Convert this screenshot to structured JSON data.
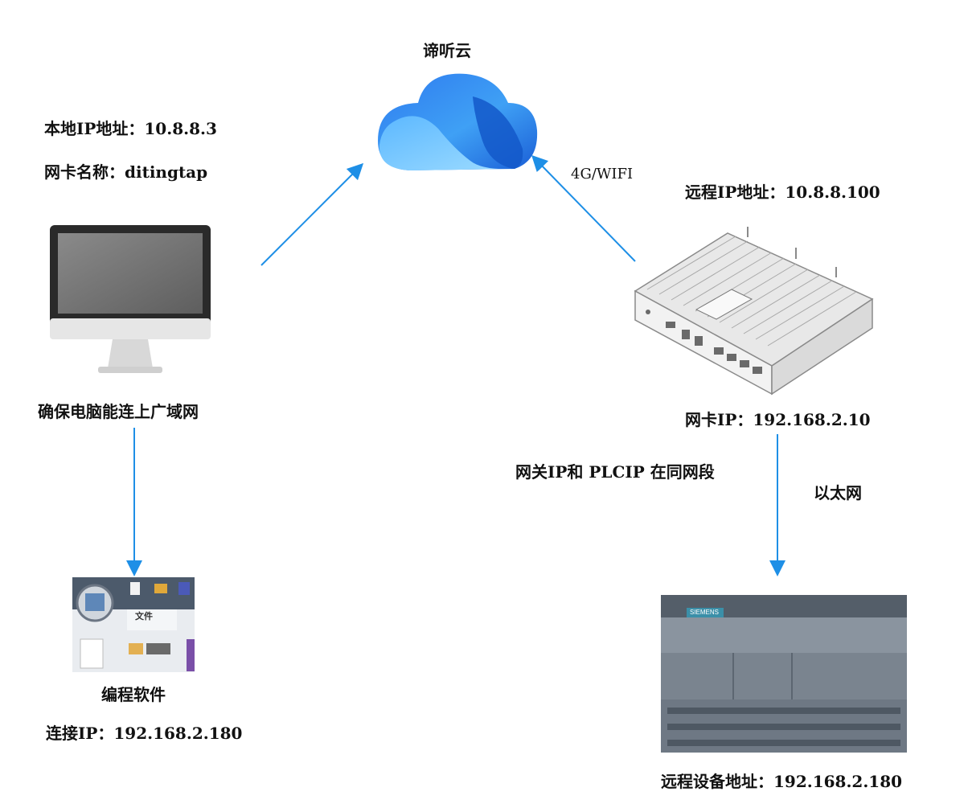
{
  "cloud": {
    "label": "谛听云"
  },
  "local_pc": {
    "ip_label": "本地IP地址：10.8.8.3",
    "nic_label": "网卡名称：ditingtap",
    "internet_note": "确保电脑能连上广域网"
  },
  "software": {
    "label": "编程软件",
    "ip_label": "连接IP：192.168.2.180",
    "screenshot_tab": "文件"
  },
  "gateway": {
    "link_label": "4G/WIFI",
    "remote_ip_label": "远程IP地址：10.8.8.100",
    "nic_ip_label": "网卡IP：192.168.2.10",
    "subnet_note": "网关IP和 PLCIP 在同网段",
    "ethernet_label": "以太网"
  },
  "plc": {
    "brand": "SIEMENS",
    "address_label": "远程设备地址：192.168.2.180"
  },
  "colors": {
    "arrow": "#1E8FE6",
    "cloud_dark": "#1565D8",
    "cloud_light": "#7FD3FF"
  }
}
